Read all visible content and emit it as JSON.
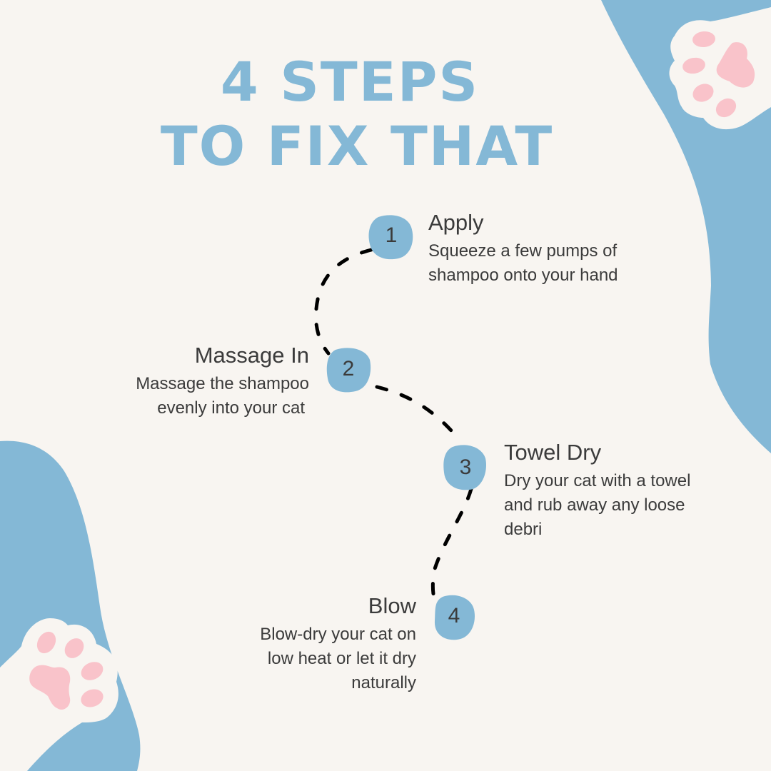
{
  "title": {
    "line1": "4 STEPS",
    "line2": "TO FIX THAT"
  },
  "colors": {
    "background": "#f8f5f1",
    "accent_blue": "#84b8d6",
    "paw_pink": "#f9c3ca",
    "paw_white": "#f8f5f1",
    "text": "#3b3b3b",
    "path": "#000000"
  },
  "steps": [
    {
      "number": "1",
      "title": "Apply",
      "description_lines": [
        "Squeeze a few pumps of",
        "shampoo onto your hand"
      ]
    },
    {
      "number": "2",
      "title": "Massage In",
      "description_lines": [
        "Massage the shampoo",
        "evenly into your cat"
      ]
    },
    {
      "number": "3",
      "title": "Towel Dry",
      "description_lines": [
        "Dry your cat with a towel",
        "and rub away any loose",
        "debri"
      ]
    },
    {
      "number": "4",
      "title": "Blow",
      "description_lines": [
        "Blow-dry your cat on",
        "low heat or let it dry",
        "naturally"
      ]
    }
  ],
  "decorations": {
    "top_right": "paw-icon",
    "bottom_left": "paw-icon"
  }
}
